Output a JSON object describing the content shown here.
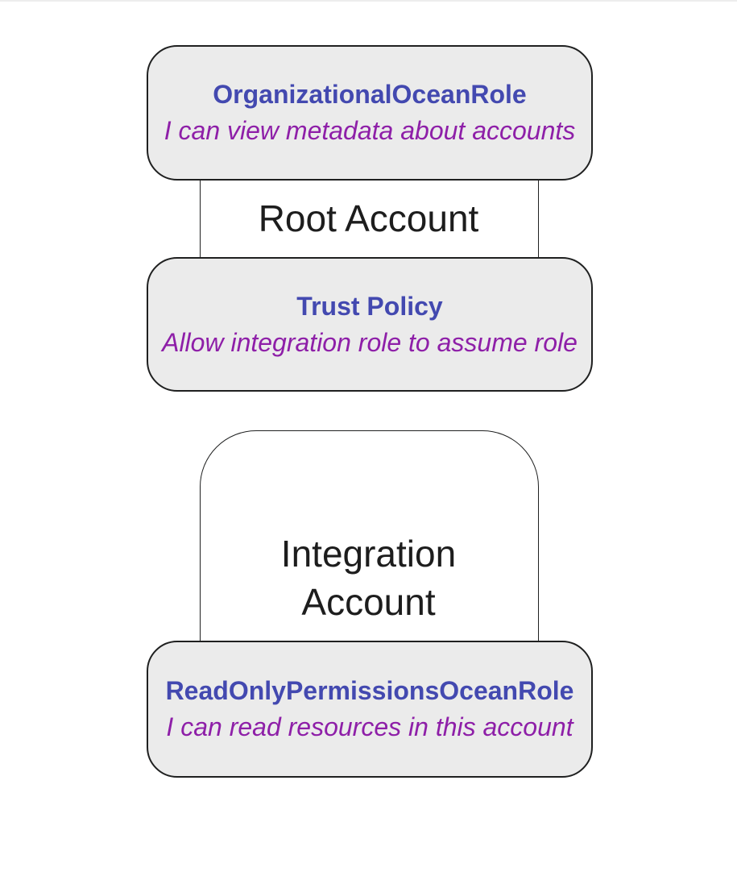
{
  "page": {
    "background": "#ffffff",
    "top_edge_color": "#ededed"
  },
  "diagram": {
    "colors": {
      "page_background": "#ffffff",
      "top_edge_color": "#ededed",
      "container_fill": "#ffffff",
      "container_border": "#1f2020",
      "node_fill": "#ebebeb",
      "node_border": "#1f2020",
      "title_color": "#4349b0",
      "subtitle_color": "#8e1fa8",
      "label_color": "#1d1d1d"
    },
    "root_account": {
      "label": "Root Account",
      "nodes": [
        {
          "title": "OrganizationalOceanRole",
          "subtitle": "I can view metadata about accounts"
        },
        {
          "title": "Trust Policy",
          "subtitle": "Allow integration role to assume role"
        }
      ]
    },
    "integration_account": {
      "label": "Integration Account",
      "nodes": [
        {
          "title": "ReadOnlyPermissionsOceanRole",
          "subtitle": "I can read resources in this account"
        }
      ]
    }
  }
}
